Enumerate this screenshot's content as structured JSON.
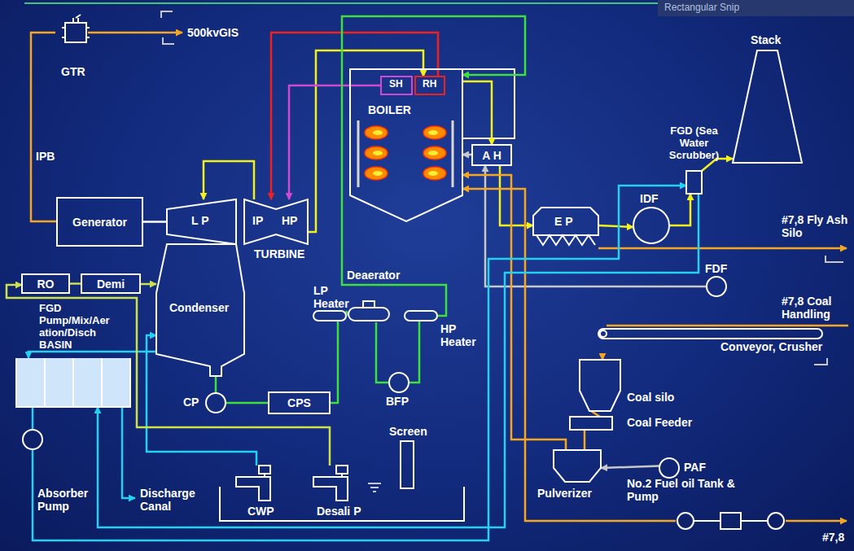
{
  "diagram": {
    "nodes": [
      {
        "text": [
          "GTR"
        ]
      },
      {
        "text": [
          "Generator"
        ]
      },
      {
        "text": [
          "L P"
        ]
      },
      {
        "text": [
          "IP",
          "HP"
        ]
      },
      {
        "text": [
          "BOILER"
        ]
      },
      {
        "text": [
          "SH"
        ],
        "in": 4
      },
      {
        "text": [
          "RH"
        ],
        "in": 4
      },
      {
        "text": [
          "A H"
        ]
      },
      {
        "text": [
          "E P"
        ]
      },
      {
        "text": [
          "IDF"
        ]
      },
      {
        "text": [
          "FGD (Sea Water Scrubber)"
        ]
      },
      {
        "text": [
          "Stack"
        ]
      },
      {
        "text": [
          "RO"
        ]
      },
      {
        "text": [
          "Demi"
        ]
      },
      {
        "text": [
          "Condenser"
        ]
      },
      {
        "text": [
          "LP Heater"
        ]
      },
      {
        "text": [
          "Deaerator"
        ]
      },
      {
        "text": [
          "HP Heater"
        ]
      },
      {
        "text": [
          "CP"
        ]
      },
      {
        "text": [
          "CPS"
        ]
      },
      {
        "text": [
          "BFP"
        ]
      },
      {
        "text": [
          "FGD Pump/Mix/Aer ation/Disch BASIN"
        ]
      },
      {
        "text": [
          "Absorber Pump"
        ]
      },
      {
        "text": [
          "CWP"
        ]
      },
      {
        "text": [
          "Desali P"
        ]
      },
      {
        "text": [
          "Screen"
        ]
      },
      {
        "text": [
          "FDF"
        ]
      },
      {
        "text": [
          "Conveyor, Crusher"
        ]
      },
      {
        "text": [
          "Coal silo"
        ]
      },
      {
        "text": [
          "Coal Feeder"
        ]
      },
      {
        "text": [
          "Pulverizer"
        ]
      },
      {
        "text": [
          "PAF"
        ]
      },
      {
        "text": [
          "No.2 Fuel oil Tank & Pump"
        ]
      }
    ],
    "edges": [
      {
        "from": 1,
        "to": 0,
        "arrow": "none"
      },
      {
        "from": 1,
        "to": 2,
        "arrow": "none"
      },
      {
        "from": 3,
        "to": 6,
        "arrow": "to"
      },
      {
        "from": 5,
        "to": 3,
        "arrow": "to"
      },
      {
        "from": 6,
        "to": 3,
        "arrow": "to"
      },
      {
        "from": 3,
        "to": 2,
        "arrow": "to"
      },
      {
        "from": 14,
        "to": 18,
        "arrow": "none"
      },
      {
        "from": 18,
        "to": 19,
        "arrow": "none"
      },
      {
        "from": 19,
        "to": 15,
        "arrow": "none"
      },
      {
        "from": 15,
        "to": 16,
        "arrow": "none"
      },
      {
        "from": 16,
        "to": 20,
        "arrow": "none"
      },
      {
        "from": 20,
        "to": 17,
        "arrow": "none"
      },
      {
        "from": 17,
        "to": 4,
        "arrow": "to"
      },
      {
        "from": 4,
        "to": 7,
        "arrow": "to"
      },
      {
        "from": 7,
        "to": 8,
        "arrow": "to"
      },
      {
        "from": 8,
        "to": 9,
        "arrow": "to"
      },
      {
        "from": 9,
        "to": 10,
        "arrow": "to"
      },
      {
        "from": 10,
        "to": 11,
        "arrow": "to"
      },
      {
        "from": 7,
        "to": 4,
        "arrow": "to"
      },
      {
        "from": 26,
        "to": 7,
        "arrow": "to"
      },
      {
        "from": 31,
        "to": 30,
        "arrow": "to"
      },
      {
        "from": 27,
        "to": 28,
        "arrow": "to"
      },
      {
        "from": 28,
        "to": 29,
        "arrow": "none"
      },
      {
        "from": 29,
        "to": 30,
        "arrow": "none"
      },
      {
        "from": 30,
        "to": 4,
        "arrow": "to"
      },
      {
        "from": 32,
        "to": 4,
        "arrow": "to"
      },
      {
        "from": 23,
        "to": 14,
        "arrow": "to"
      },
      {
        "from": 14,
        "to": 21,
        "arrow": "to"
      },
      {
        "from": 21,
        "to": 22,
        "arrow": "none"
      },
      {
        "from": 22,
        "to": 10,
        "arrow": "to"
      },
      {
        "from": 10,
        "to": 21,
        "arrow": "to"
      },
      {
        "from": 24,
        "to": 12,
        "arrow": "to"
      },
      {
        "from": 12,
        "to": 13,
        "arrow": "none"
      },
      {
        "from": 13,
        "to": 14,
        "arrow": "to"
      }
    ],
    "labels": [
      "500kvGIS",
      "IPB",
      "TURBINE",
      "#7,8 Fly Ash Silo",
      "#7,8 Coal Handling",
      "Discharge Canal",
      "#7,8",
      "Rectangular Snip"
    ]
  }
}
